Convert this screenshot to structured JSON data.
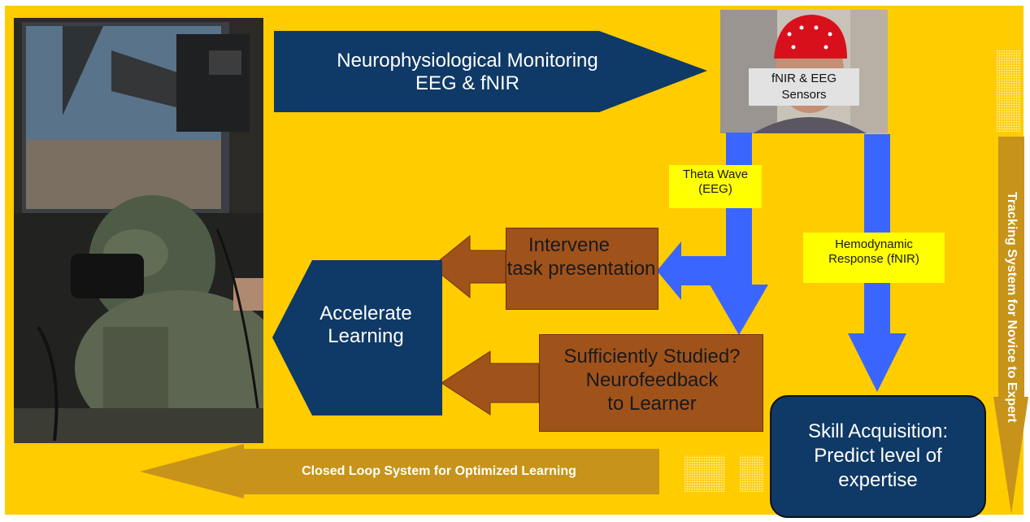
{
  "colors": {
    "background": "#ffcc00",
    "navy": "#0f3966",
    "brown": "#a0521b",
    "blue_arrow": "#3a66ff",
    "label_yellow": "#ffff00",
    "gold_arrow": "#c7931b"
  },
  "top_arrow": {
    "line1": "Neurophysiological Monitoring",
    "line2": "EEG & fNIR"
  },
  "sensor_photo": {
    "label_line1": "fNIR & EEG",
    "label_line2": "Sensors"
  },
  "theta_label": {
    "line1": "Theta Wave",
    "line2": "(EEG)"
  },
  "hemo_label": {
    "line1": "Hemodynamic",
    "line2": "Response (fNIR)"
  },
  "intervene_box": {
    "line1": "Intervene",
    "line2": "task presentation"
  },
  "studied_box": {
    "line1": "Sufficiently Studied?",
    "line2": "Neurofeedback",
    "line3": "to Learner"
  },
  "accelerate": {
    "line1": "Accelerate",
    "line2": "Learning"
  },
  "skill_box": {
    "line1": "Skill Acquisition:",
    "line2": "Predict level of",
    "line3": "expertise"
  },
  "closed_loop": {
    "label": "Closed Loop System for Optimized Learning"
  },
  "tracking": {
    "label": "Tracking System for Novice to Expert"
  }
}
